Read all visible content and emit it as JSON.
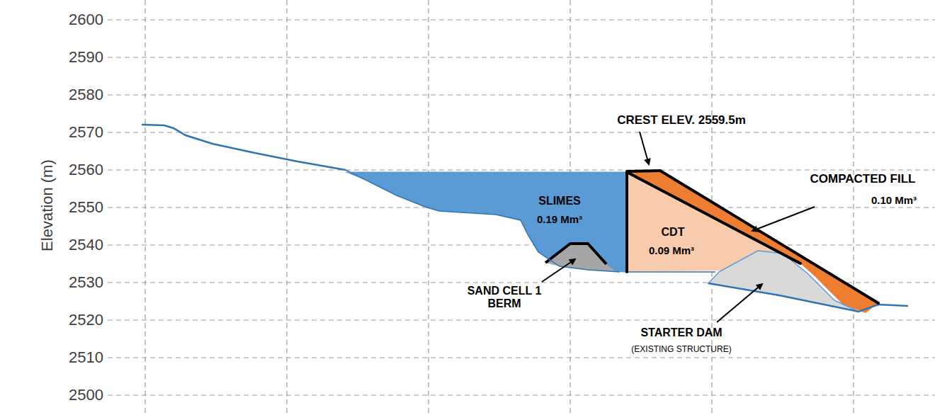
{
  "diagram": {
    "labels": [
      "2600",
      "2590",
      "2580",
      "2570",
      "2560",
      "2550",
      "2540",
      "2530",
      "2520",
      "2510",
      "2500",
      "Elevation (m)",
      "CREST ELEV. 2559.5m",
      "COMPACTED FILL",
      "0.10 Mm³",
      "SLIMES",
      "0.19 Mm³",
      "SAND CELL 1 BERM",
      "CDT",
      "0.09 Mm³",
      "STARTER DAM",
      "(EXISTING STRUCTURE)"
    ]
  }
}
